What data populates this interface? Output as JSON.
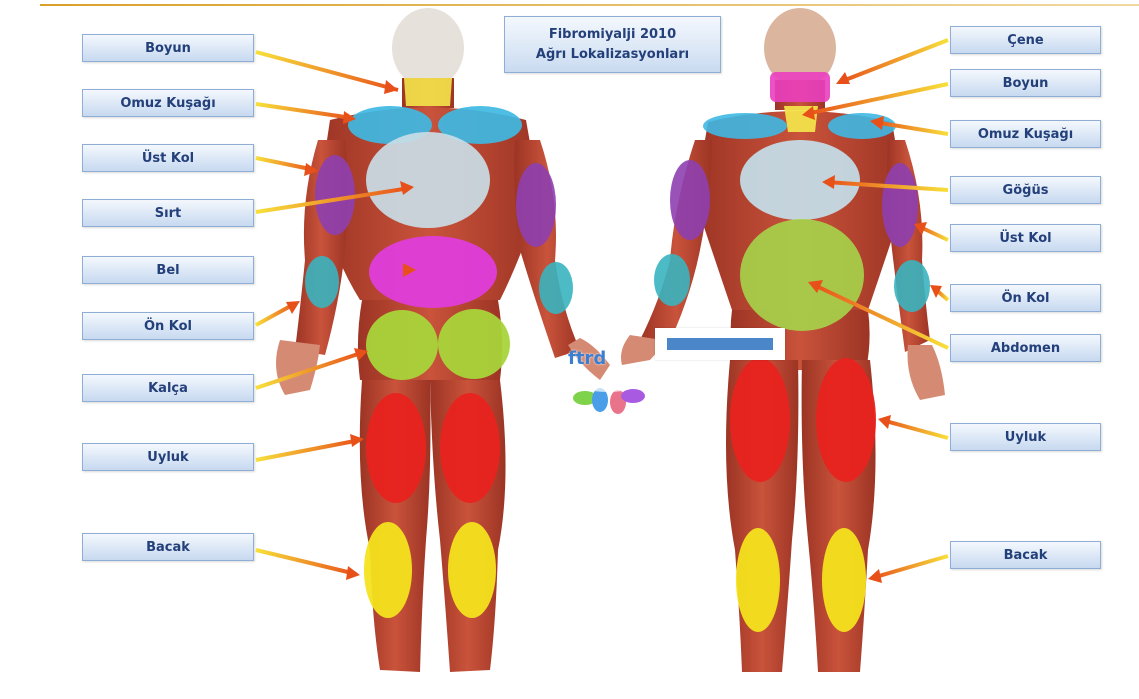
{
  "title": {
    "line1": "Fibromiyalji 2010",
    "line2": "Ağrı Lokalizasyonları"
  },
  "watermark": "ftrd",
  "left_labels": [
    {
      "id": "boyun",
      "label": "Boyun"
    },
    {
      "id": "omuz-kusagi",
      "label": "Omuz Kuşağı"
    },
    {
      "id": "ust-kol",
      "label": "Üst Kol"
    },
    {
      "id": "sirt",
      "label": "Sırt"
    },
    {
      "id": "bel",
      "label": "Bel"
    },
    {
      "id": "on-kol",
      "label": "Ön Kol"
    },
    {
      "id": "kalca",
      "label": "Kalça"
    },
    {
      "id": "uyluk",
      "label": "Uyluk"
    },
    {
      "id": "bacak",
      "label": "Bacak"
    }
  ],
  "right_labels": [
    {
      "id": "cene",
      "label": "Çene"
    },
    {
      "id": "boyun",
      "label": "Boyun"
    },
    {
      "id": "omuz-kusagi",
      "label": "Omuz Kuşağı"
    },
    {
      "id": "gogus",
      "label": "Göğüs"
    },
    {
      "id": "ust-kol",
      "label": "Üst Kol"
    },
    {
      "id": "on-kol",
      "label": "Ön Kol"
    },
    {
      "id": "abdomen",
      "label": "Abdomen"
    },
    {
      "id": "uyluk",
      "label": "Uyluk"
    },
    {
      "id": "bacak",
      "label": "Bacak"
    }
  ],
  "colors": {
    "muscle": "#b8432f",
    "skin": "#e8b49a",
    "neck": "#f2e24a",
    "shoulder": "#3fb8e3",
    "upper_arm": "#8e3fb0",
    "back": "#c9dde6",
    "lower_back": "#e13de0",
    "forearm": "#3ab4bf",
    "hip": "#a9d43a",
    "thigh": "#e8231f",
    "leg": "#f4e31e",
    "jaw": "#ea3fbf",
    "chest": "#c4e0ea",
    "abdomen": "#a6d14a",
    "arrow": "#f2c21a",
    "arrow_head": "#e8501a"
  }
}
